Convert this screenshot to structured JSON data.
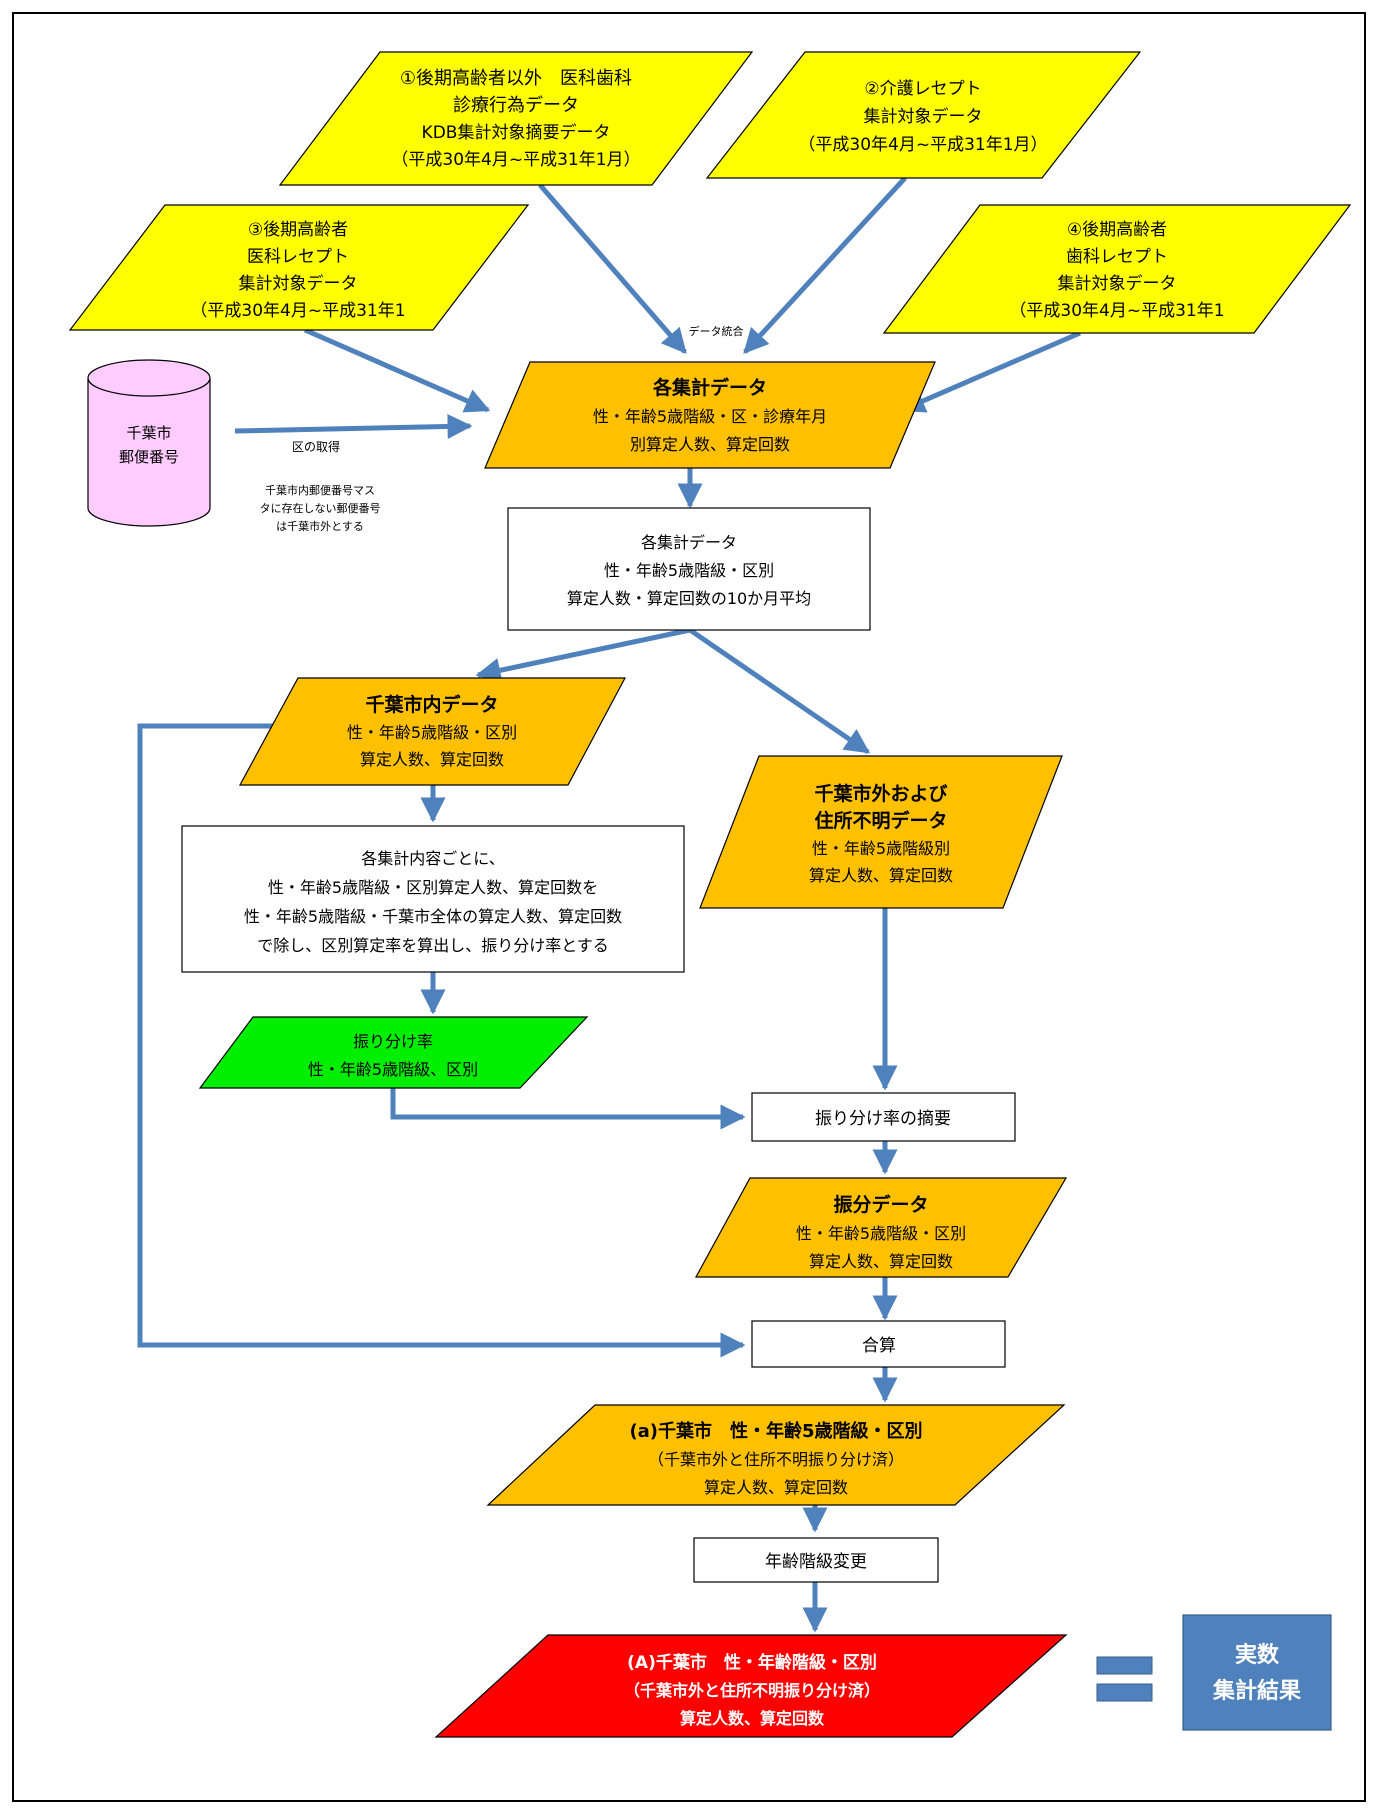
{
  "colors": {
    "yellow": "#ffff00",
    "orange": "#ffc000",
    "green": "#00ee00",
    "red": "#ff0000",
    "pink": "#ffccff",
    "steelblue": "#4f81bd",
    "arrow": "#4f81bd"
  },
  "nodes": {
    "src1": {
      "lines": [
        "①後期高齢者以外　医科歯科",
        "診療行為データ",
        "KDB集計対象摘要データ",
        "（平成30年4月~平成31年1月）"
      ]
    },
    "src2": {
      "lines": [
        "②介護レセプト",
        "集計対象データ",
        "（平成30年4月~平成31年1月）"
      ]
    },
    "src3": {
      "lines": [
        "③後期高齢者",
        "医科レセプト",
        "集計対象データ",
        "（平成30年4月~平成31年1"
      ]
    },
    "src4": {
      "lines": [
        "④後期高齢者",
        "歯科レセプト",
        "集計対象データ",
        "（平成30年4月~平成31年1"
      ]
    },
    "db": {
      "lines": [
        "千葉市",
        "郵便番号"
      ]
    },
    "agg1": {
      "lines": [
        "各集計データ",
        "性・年齢5歳階級・区・診療年月",
        "別算定人数、算定回数"
      ]
    },
    "agg2": {
      "lines": [
        "各集計データ",
        "性・年齢5歳階級・区別",
        "算定人数・算定回数の10か月平均"
      ]
    },
    "inside": {
      "lines": [
        "千葉市内データ",
        "性・年齢5歳階級・区別",
        "算定人数、算定回数"
      ]
    },
    "outside": {
      "lines": [
        "千葉市外および",
        "住所不明データ",
        "性・年齢5歳階級別",
        "算定人数、算定回数"
      ]
    },
    "process": {
      "lines": [
        "各集計内容ごとに、",
        "性・年齢5歳階級・区別算定人数、算定回数を",
        "性・年齢5歳階級・千葉市全体の算定人数、算定回数",
        "で除し、区別算定率を算出し、振り分け率とする"
      ]
    },
    "rate": {
      "lines": [
        "振り分け率",
        "性・年齢5歳階級、区別"
      ]
    },
    "apply": {
      "lines": [
        "振り分け率の摘要"
      ]
    },
    "dist": {
      "lines": [
        "振分データ",
        "性・年齢5歳階級・区別",
        "算定人数、算定回数"
      ]
    },
    "sum": {
      "lines": [
        "合算"
      ]
    },
    "resultA": {
      "lines": [
        "(a)千葉市　性・年齢5歳階級・区別",
        "（千葉市外と住所不明振り分け済）",
        "算定人数、算定回数"
      ]
    },
    "ageChange": {
      "lines": [
        "年齢階級変更"
      ]
    },
    "final": {
      "lines": [
        "(A)千葉市　性・年齢階級・区別",
        "（千葉市外と住所不明振り分け済）",
        "算定人数、算定回数"
      ]
    },
    "actual": {
      "lines": [
        "実数",
        "集計結果"
      ]
    }
  },
  "annotations": {
    "merge": "データ統合",
    "ward": "区の取得",
    "note": [
      "千葉市内郵便番号マス",
      "タに存在しない郵便番号",
      "は千葉市外とする"
    ]
  }
}
